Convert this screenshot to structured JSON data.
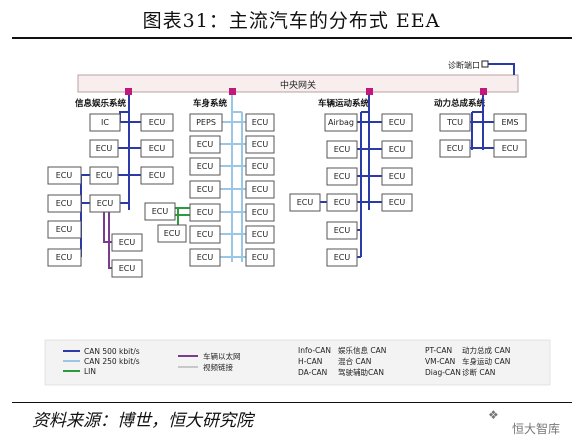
{
  "title": "图表31：主流汽车的分布式 EEA",
  "source": "资料来源：博世，恒大研究院",
  "watermark": "恒大智库",
  "watermark_icon": "wechat-icon",
  "colors": {
    "can500": "#2b3aa6",
    "can250": "#9bc7e6",
    "lin": "#2e9a3e",
    "ethernet": "#7a3d8e",
    "video": "#c8c8c8",
    "gateway_fill": "#f8eeee",
    "port": "#c2187a"
  },
  "diagram": {
    "gateway": "中央网关",
    "diag_port": "诊断端口",
    "groups": {
      "info": "信息娱乐系统",
      "body": "车身系统",
      "chassis": "车辆运动系统",
      "power": "动力总成系统"
    },
    "ecu": "ECU",
    "ic": "IC",
    "peps": "PEPS",
    "airbag": "Airbag",
    "tcu": "TCU",
    "ems": "EMS"
  },
  "legend": {
    "can500": "CAN 500 kbit/s",
    "can250": "CAN 250 kbit/s",
    "lin": "LIN",
    "ethernet": "车辆以太网",
    "video": "视频链接",
    "info_can": "Info-CAN",
    "info_can_desc": "娱乐信息 CAN",
    "h_can": "H-CAN",
    "h_can_desc": "混合 CAN",
    "da_can": "DA-CAN",
    "da_can_desc": "驾驶辅助CAN",
    "pt_can": "PT-CAN",
    "pt_can_desc": "动力总成 CAN",
    "vm_can": "VM-CAN",
    "vm_can_desc": "车身运动 CAN",
    "diag_can": "Diag-CAN",
    "diag_can_desc": "诊断 CAN"
  }
}
